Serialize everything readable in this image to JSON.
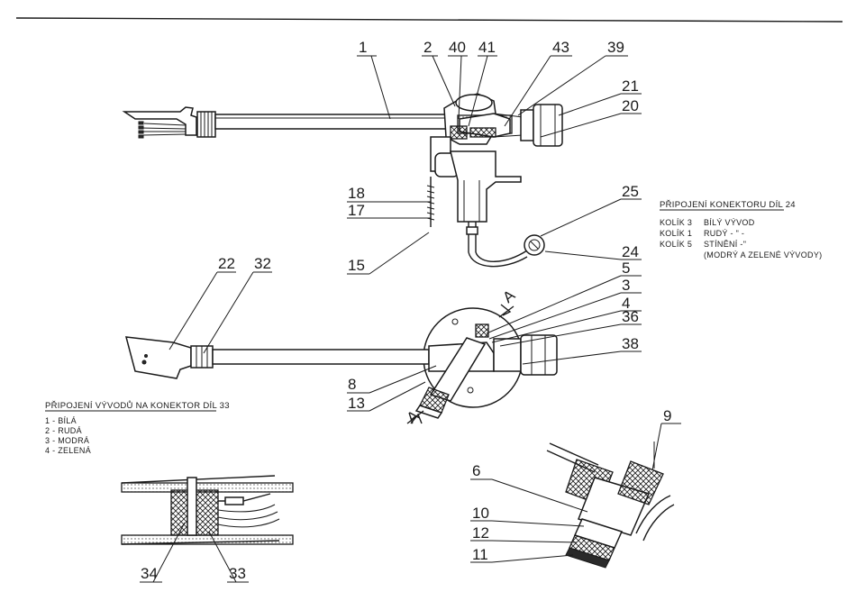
{
  "labels": {
    "l1": "1",
    "l2": "2",
    "l40": "40",
    "l41": "41",
    "l43": "43",
    "l39": "39",
    "l21": "21",
    "l20": "20",
    "l18": "18",
    "l17": "17",
    "l15": "15",
    "l25": "25",
    "l24": "24",
    "l22": "22",
    "l32": "32",
    "l5": "5",
    "l3": "3",
    "l4": "4",
    "l36": "36",
    "l38": "38",
    "l8": "8",
    "l13": "13",
    "l9": "9",
    "l6": "6",
    "l10": "10",
    "l12": "12",
    "l11": "11",
    "l34": "34",
    "l33": "33",
    "sectionA1": "A",
    "sectionA2": "A"
  },
  "connector24": {
    "title": "PŘIPOJENÍ KONEKTORU DÍL 24",
    "rows": [
      {
        "pin": "KOLÍK 3",
        "desc": "BÍLÝ VÝVOD"
      },
      {
        "pin": "KOLÍK 1",
        "desc": "RUDÝ  - \" -"
      },
      {
        "pin": "KOLÍK 5",
        "desc": "STÍNĚNÍ -\""
      }
    ],
    "note": "(MODRÝ A ZELENÉ VÝVODY)"
  },
  "connector33": {
    "title": "PŘIPOJENÍ VÝVODŮ NA KONEKTOR DÍL 33",
    "items": [
      "1 - BÍLÁ",
      "2 - RUDÁ",
      "3 - MODRÁ",
      "4 - ZELENÁ"
    ]
  }
}
